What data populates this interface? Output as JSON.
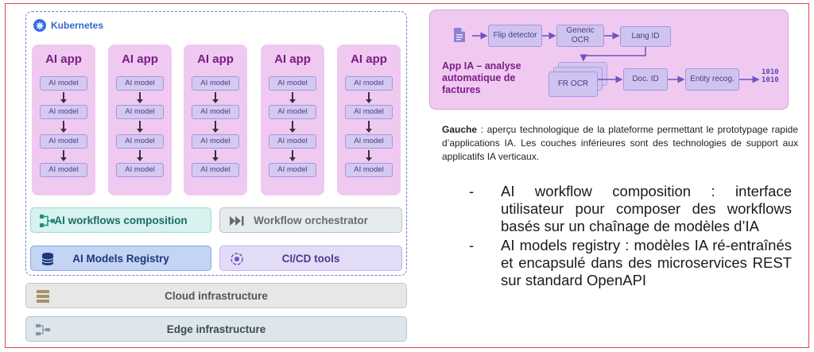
{
  "kubernetes": {
    "title": "Kubernetes",
    "icon": "kubernetes-wheel-icon"
  },
  "apps": [
    {
      "title": "AI app",
      "models": [
        "AI model",
        "AI model",
        "AI model",
        "AI model"
      ]
    },
    {
      "title": "AI app",
      "models": [
        "AI model",
        "AI model",
        "AI model",
        "AI model"
      ]
    },
    {
      "title": "AI app",
      "models": [
        "AI model",
        "AI model",
        "AI model",
        "AI model"
      ]
    },
    {
      "title": "AI app",
      "models": [
        "AI model",
        "AI model",
        "AI model",
        "AI model"
      ]
    },
    {
      "title": "AI app",
      "models": [
        "AI model",
        "AI model",
        "AI model",
        "AI model"
      ]
    }
  ],
  "layers": {
    "workflows": "AI workflows composition",
    "orchestrator": "Workflow orchestrator",
    "registry": "AI Models Registry",
    "cicd": "CI/CD tools",
    "cloud": "Cloud infrastructure",
    "edge": "Edge infrastructure"
  },
  "app_ia": {
    "title": "App IA – analyse automatique de factures",
    "nodes": {
      "flip": "Flip detector",
      "generic_ocr": "Generic OCR",
      "lang": "Lang ID",
      "fr_ocr": "FR OCR",
      "doc_id": "Doc. ID",
      "entity": "Entity recog."
    },
    "binary_output": "1010\n1010"
  },
  "caption": {
    "lead": "Gauche",
    "text": " : aperçu technologique de la plateforme permettant le prototypage rapide d’applications IA. Les couches inférieures sont des technologies de support aux applicatifs IA verticaux."
  },
  "bullets": [
    "AI workflow composition : interface utilisateur pour composer des workflows basés sur un chaînage de modèles d’IA",
    "AI models registry : modèles IA ré-entraînés et encapsulé dans des microservices REST sur standard OpenAPI"
  ],
  "bullet_marker": "-",
  "colors": {
    "app_bg": "#f0c9f1",
    "app_title": "#7b1d87",
    "model_bg": "#d4c9f1",
    "kubernetes": "#326ce5",
    "frame": "#d64a4a"
  }
}
